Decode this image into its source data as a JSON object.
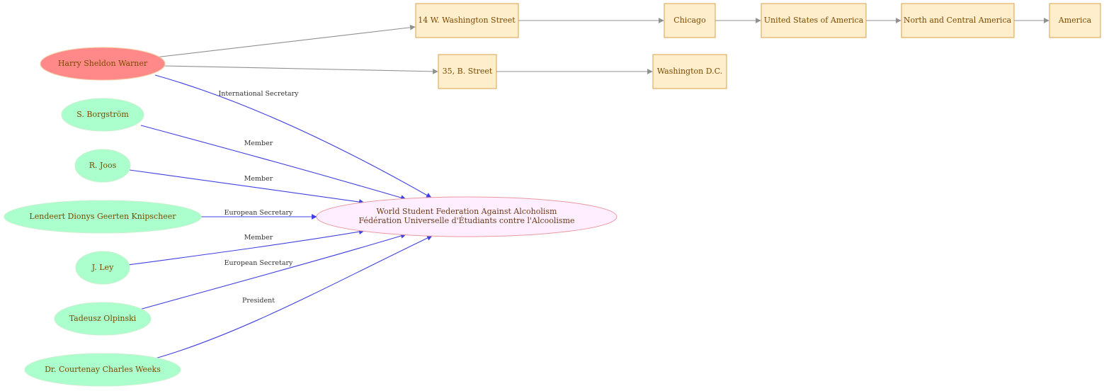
{
  "colors": {
    "person_main_fill": "#ff8888",
    "person_main_stroke": "#f2c9a0",
    "person_fill": "#aaffcc",
    "person_stroke": "#c8f0d0",
    "org_fill": "#ffeeff",
    "org_stroke": "#e89aa0",
    "place_fill": "#ffeecc",
    "place_stroke": "#d8a04a",
    "membership_edge": "#4040e0",
    "address_edge": "#909090"
  },
  "main_person": {
    "name": "Harry Sheldon Warner"
  },
  "persons": [
    {
      "id": "borgstrom",
      "name": "S.  Borgström",
      "role": "Member"
    },
    {
      "id": "joos",
      "name": "R. Joos",
      "role": "Member"
    },
    {
      "id": "knipscheer",
      "name": "Lendeert Dionys Geerten Knipscheer",
      "role": "European Secretary"
    },
    {
      "id": "ley",
      "name": "J. Ley",
      "role": "Member"
    },
    {
      "id": "olpinski",
      "name": "Tadeusz Olpinski",
      "role": "European Secretary"
    },
    {
      "id": "weeks",
      "name": "Dr. Courtenay Charles Weeks",
      "role": "President"
    }
  ],
  "main_person_role": "International Secretary",
  "organization": {
    "line1": "World Student Federation Against Alcoholism",
    "line2": "Fédération Universelle d'Étudiants contre l'Alcoolisme"
  },
  "address_chain_1": [
    "14 W. Washington Street",
    "Chicago",
    "United States of America",
    "North and Central America",
    "America"
  ],
  "address_chain_2": [
    "35, B. Street",
    "Washington D.C."
  ]
}
